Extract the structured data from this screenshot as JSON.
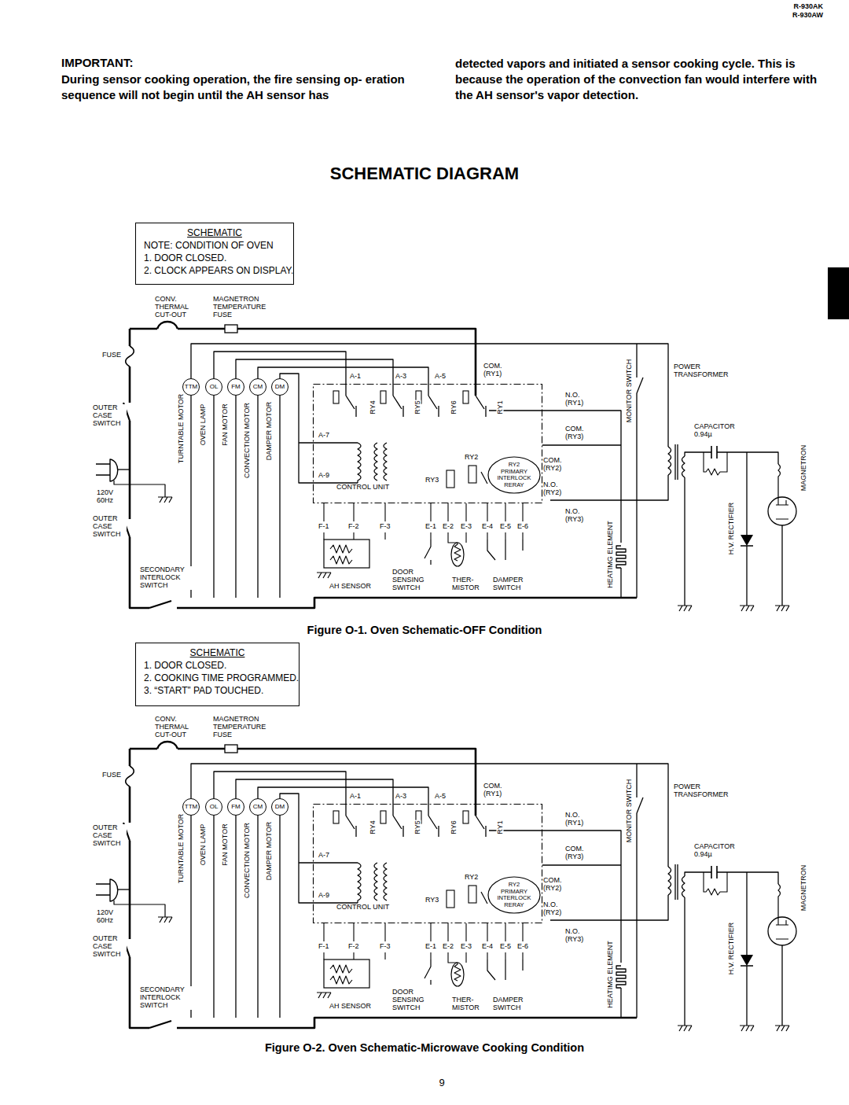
{
  "diagram": {
    "title": "SCHEMATIC DIAGRAM",
    "nodes": [
      {
        "text": [
          "SCHEMATIC",
          "NOTE: CONDITION OF OVEN",
          "1. DOOR CLOSED.",
          "2. CLOCK APPEARS ON DISPLAY."
        ]
      },
      {
        "text": [
          "TTM"
        ]
      },
      {
        "text": [
          "OL"
        ]
      },
      {
        "text": [
          "FM"
        ]
      },
      {
        "text": [
          "CM"
        ]
      },
      {
        "text": [
          "DM"
        ]
      },
      {
        "text": [
          "CONTROL UNIT"
        ]
      },
      {
        "text": [
          "RY2 PRIMARY INTERLOCK RERAY"
        ],
        "in": 6
      },
      {
        "text": [
          "SCHEMATIC",
          "1. DOOR CLOSED.",
          "2. COOKING TIME PROGRAMMED.",
          "3. “START” PAD TOUCHED."
        ]
      },
      {
        "text": [
          "TTM"
        ]
      },
      {
        "text": [
          "OL"
        ]
      },
      {
        "text": [
          "FM"
        ]
      },
      {
        "text": [
          "CM"
        ]
      },
      {
        "text": [
          "DM"
        ]
      },
      {
        "text": [
          "CONTROL UNIT"
        ]
      },
      {
        "text": [
          "RY2 PRIMARY INTERLOCK RERAY"
        ],
        "in": 14
      }
    ],
    "labels": [
      "R-930AK",
      "R-930AW",
      "IMPORTANT:",
      "During sensor cooking operation, the fire sensing op- eration sequence will not begin until the AH sensor has",
      "detected vapors and initiated a sensor cooking cycle. This is because the operation of the convection fan would interfere with the AH sensor's vapor detection.",
      "CONV. THERMAL CUT-OUT",
      "MAGNETRON TEMPERATURE FUSE",
      "FUSE",
      "OUTER CASE SWITCH",
      "120V 60Hz",
      "OUTER CASE SWITCH",
      "SECONDARY INTERLOCK SWITCH",
      "TURNTABLE MOTOR",
      "OVEN LAMP",
      "FAN MOTOR",
      "CONVECTION MOTOR",
      "DAMPER MOTOR",
      "A-1",
      "A-3",
      "A-5",
      "RY4",
      "RY5",
      "RY6",
      "RY1",
      "COM. (RY1)",
      "N.O. (RY1)",
      "COM. (RY3)",
      "A-7",
      "A-9",
      "RY2",
      "RY3",
      "COM. (RY2)",
      "N.O. (RY2)",
      "N.O. (RY3)",
      "F-1",
      "F-2",
      "F-3",
      "E-1",
      "E-2",
      "E-3",
      "E-4",
      "E-5",
      "E-6",
      "AH SENSOR",
      "DOOR SENSING SWITCH",
      "THER- MISTOR",
      "DAMPER SWITCH",
      "HEATIMG ELEMENT",
      "MONITOR SWITCH",
      "POWER TRANSFORMER",
      "CAPACITOR 0.94µ",
      "H.V. RECTIFIER",
      "MAGNETRON",
      "Figure O-1. Oven Schematic-OFF Condition",
      "CONV. THERMAL CUT-OUT",
      "MAGNETRON TEMPERATURE FUSE",
      "FUSE",
      "OUTER CASE SWITCH",
      "120V 60Hz",
      "OUTER CASE SWITCH",
      "SECONDARY INTERLOCK SWITCH",
      "TURNTABLE MOTOR",
      "OVEN LAMP",
      "FAN MOTOR",
      "CONVECTION MOTOR",
      "DAMPER MOTOR",
      "A-1",
      "A-3",
      "A-5",
      "RY4",
      "RY5",
      "RY6",
      "RY1",
      "COM. (RY1)",
      "N.O. (RY1)",
      "COM. (RY3)",
      "A-7",
      "A-9",
      "RY2",
      "RY3",
      "COM. (RY2)",
      "N.O. (RY2)",
      "N.O. (RY3)",
      "F-1",
      "F-2",
      "F-3",
      "E-1",
      "E-2",
      "E-3",
      "E-4",
      "E-5",
      "E-6",
      "AH SENSOR",
      "DOOR SENSING SWITCH",
      "THER- MISTOR",
      "DAMPER SWITCH",
      "HEATIMG ELEMENT",
      "MONITOR SWITCH",
      "POWER TRANSFORMER",
      "CAPACITOR 0.94µ",
      "H.V. RECTIFIER",
      "MAGNETRON",
      "Figure O-2. Oven Schematic-Microwave Cooking Condition",
      "9"
    ]
  }
}
